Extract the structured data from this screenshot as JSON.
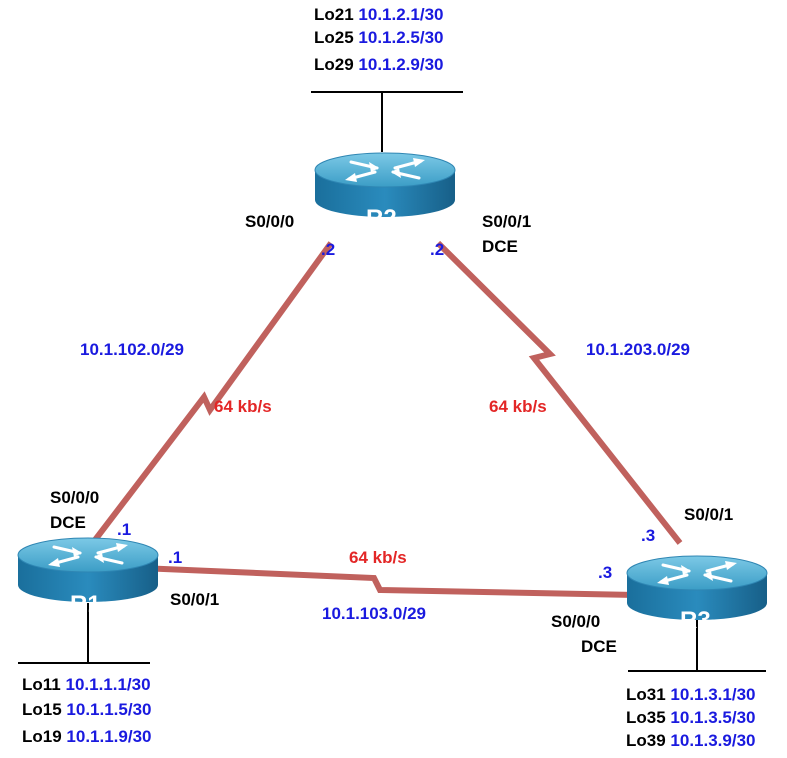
{
  "colors": {
    "link": "#c0615d",
    "ip": "#1a1adf",
    "speed": "#e32626",
    "router_top": "#4fb2d6",
    "router_side": "#1f7fb0"
  },
  "routers": {
    "r1": {
      "name": "R1"
    },
    "r2": {
      "name": "R2"
    },
    "r3": {
      "name": "R3"
    }
  },
  "loopbacks": {
    "r1": [
      {
        "name": "Lo11",
        "ip": "10.1.1.1/30"
      },
      {
        "name": "Lo15",
        "ip": "10.1.1.5/30"
      },
      {
        "name": "Lo19",
        "ip": "10.1.1.9/30"
      }
    ],
    "r2": [
      {
        "name": "Lo21",
        "ip": "10.1.2.1/30"
      },
      {
        "name": "Lo25",
        "ip": "10.1.2.5/30"
      },
      {
        "name": "Lo29",
        "ip": "10.1.2.9/30"
      }
    ],
    "r3": [
      {
        "name": "Lo31",
        "ip": "10.1.3.1/30"
      },
      {
        "name": "Lo35",
        "ip": "10.1.3.5/30"
      },
      {
        "name": "Lo39",
        "ip": "10.1.3.9/30"
      }
    ]
  },
  "links": {
    "r1_r2": {
      "network": "10.1.102.0/29",
      "speed": "64 kb/s"
    },
    "r2_r3": {
      "network": "10.1.203.0/29",
      "speed": "64 kb/s"
    },
    "r1_r3": {
      "network": "10.1.103.0/29",
      "speed": "64 kb/s"
    }
  },
  "interfaces": {
    "r1_s000": "S0/0/0",
    "r1_s000_dce": "DCE",
    "r1_s000_host": ".1",
    "r1_s001": "S0/0/1",
    "r1_s001_host": ".1",
    "r2_s000": "S0/0/0",
    "r2_s000_host": ".2",
    "r2_s001": "S0/0/1",
    "r2_s001_dce": "DCE",
    "r2_s001_host": ".2",
    "r3_s000": "S0/0/0",
    "r3_s000_dce": "DCE",
    "r3_s000_host": ".3",
    "r3_s001": "S0/0/1",
    "r3_s001_host": ".3"
  }
}
